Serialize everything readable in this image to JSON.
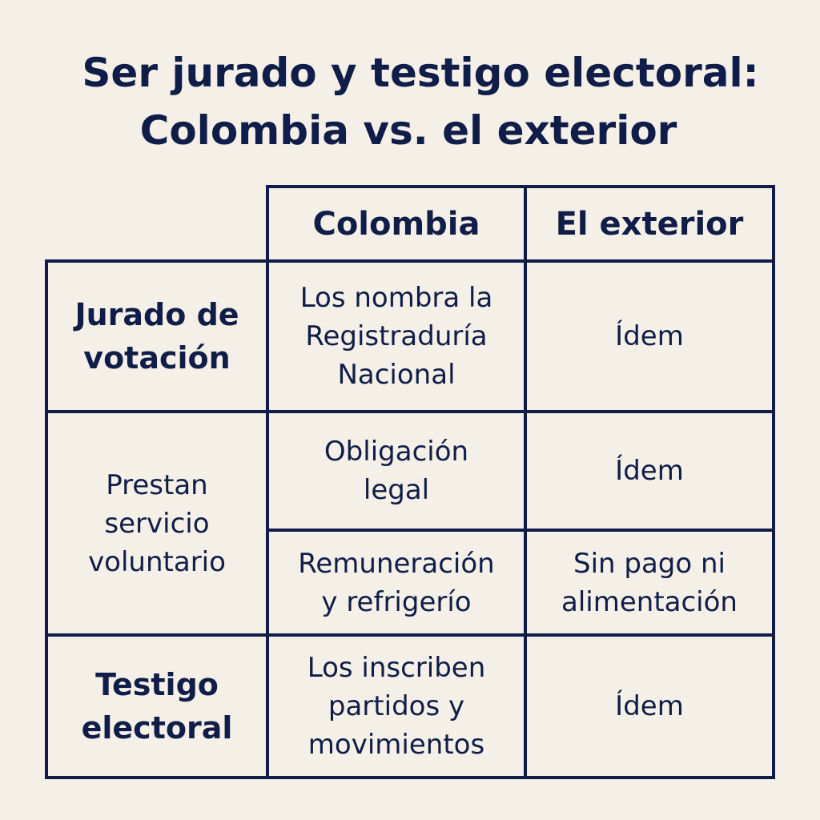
{
  "title": {
    "line1": "Ser jurado y testigo electoral:",
    "line2": "Colombia vs. el exterior"
  },
  "table": {
    "columns": [
      "Colombia",
      "El exterior"
    ],
    "rows": [
      {
        "label": "Jurado de\nvotación",
        "label_bold": true,
        "colombia": "Los nombra la\nRegistraduría\nNacional",
        "exterior": "Ídem"
      },
      {
        "label": "Prestan\nservicio\nvoluntario",
        "label_bold": false,
        "colombia": "Obligación\nlegal",
        "exterior": "Ídem"
      },
      {
        "label": "",
        "colombia": "Remuneración\ny refrigerío",
        "exterior": "Sin pago ni\nalimentación"
      },
      {
        "label": "Testigo\nelectoral",
        "label_bold": true,
        "colombia": "Los inscriben\npartidos y\nmovimientos",
        "exterior": "Ídem"
      }
    ]
  },
  "colors": {
    "background": "#f5f0e7",
    "ink": "#0f1d48"
  }
}
